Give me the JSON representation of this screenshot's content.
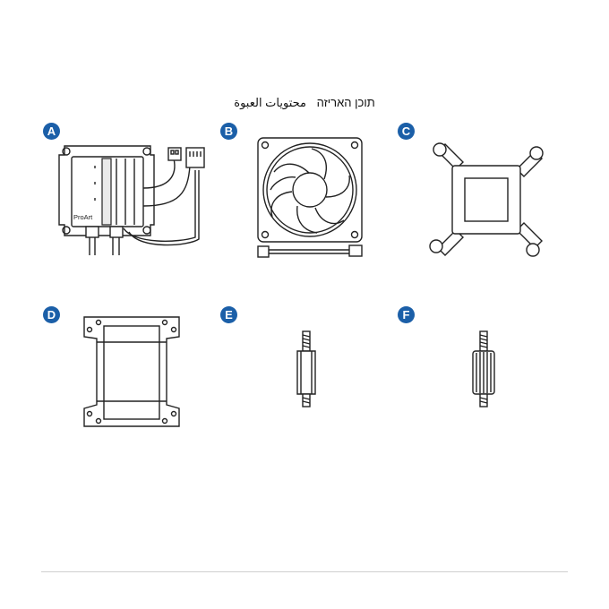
{
  "title": {
    "part1": "תוכן האריזה",
    "part2": "محتويات العبوة"
  },
  "items": [
    {
      "label": "A",
      "device_text": "ProArt"
    },
    {
      "label": "B"
    },
    {
      "label": "C"
    },
    {
      "label": "D"
    },
    {
      "label": "E"
    },
    {
      "label": "F"
    }
  ],
  "colors": {
    "badge": "#1b5fa8",
    "line": "#222222"
  }
}
